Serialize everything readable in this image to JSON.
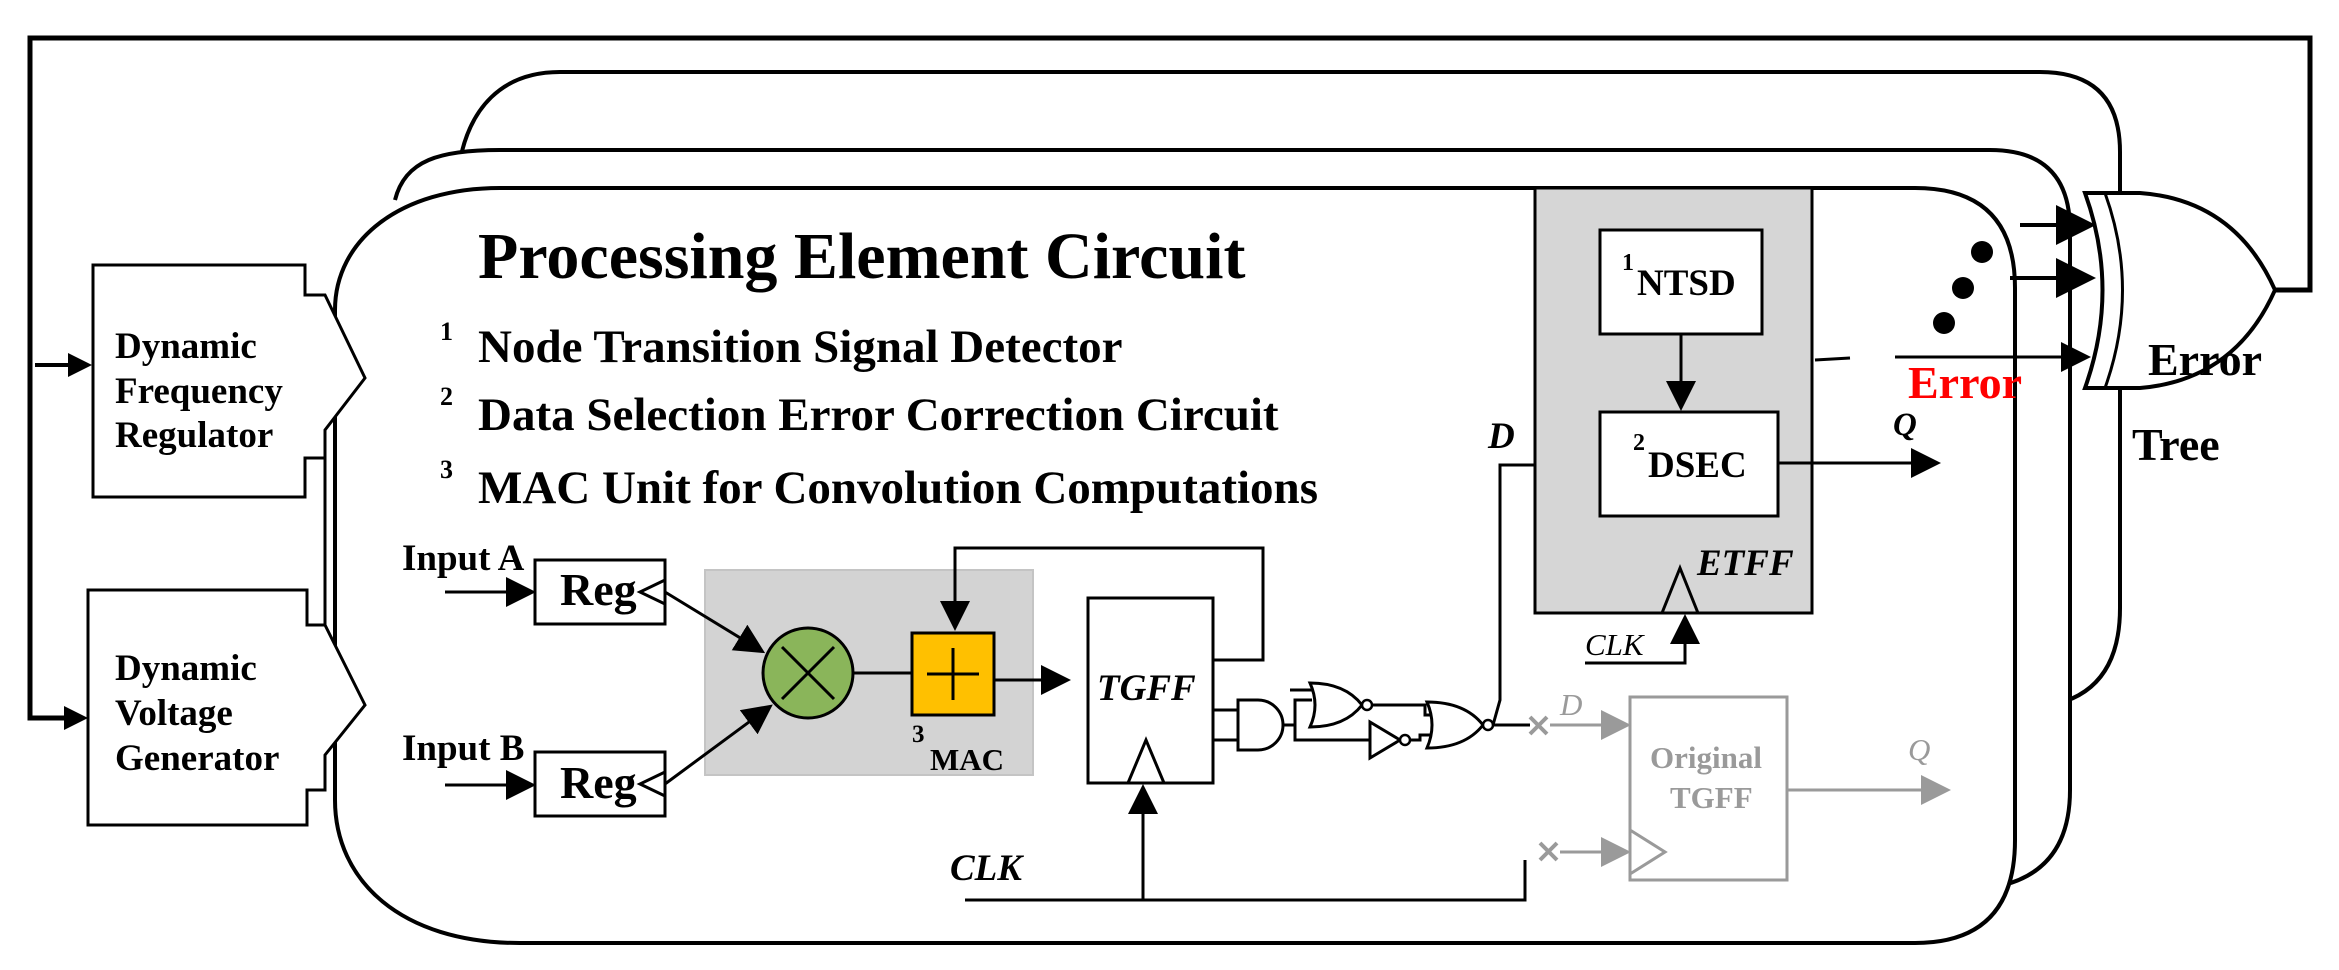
{
  "title": "Processing Element Circuit",
  "legend": [
    {
      "num": "1",
      "text": "Node Transition Signal Detector"
    },
    {
      "num": "2",
      "text": "Data Selection Error Correction Circuit"
    },
    {
      "num": "3",
      "text": "MAC Unit for Convolution Computations"
    }
  ],
  "dfr": {
    "line1": "Dynamic",
    "line2": "Frequency",
    "line3": "Regulator"
  },
  "dvg": {
    "line1": "Dynamic",
    "line2": "Voltage",
    "line3": "Generator"
  },
  "input_a": "Input A",
  "input_b": "Input B",
  "reg_label": "Reg",
  "mac": {
    "num": "3",
    "label": "MAC"
  },
  "tgff": "TGFF",
  "ntsd": {
    "num": "1",
    "label": "NTSD"
  },
  "dsec": {
    "num": "2",
    "label": "DSEC"
  },
  "etff": "ETFF",
  "signals": {
    "d": "D",
    "q": "Q",
    "clk": "CLK"
  },
  "original_tgff": {
    "line1": "Original",
    "line2": "TGFF"
  },
  "error_label": "Error",
  "error_tree": {
    "line1": "Error",
    "line2": "Tree"
  },
  "colors": {
    "error_red": "#ff0000",
    "mac_box_gray": "#d3d3d3",
    "etff_gray": "#d6d6d6",
    "multiplier_green": "#8ab55a",
    "adder_yellow": "#ffc000",
    "faded_gray": "#9a9a9a"
  },
  "icons": [
    "multiplier-icon",
    "adder-icon",
    "nand-gate-icon",
    "nor-gate-icon",
    "inverter-icon",
    "or-gate-icon",
    "clock-triangle-icon",
    "cross-mark-icon"
  ]
}
